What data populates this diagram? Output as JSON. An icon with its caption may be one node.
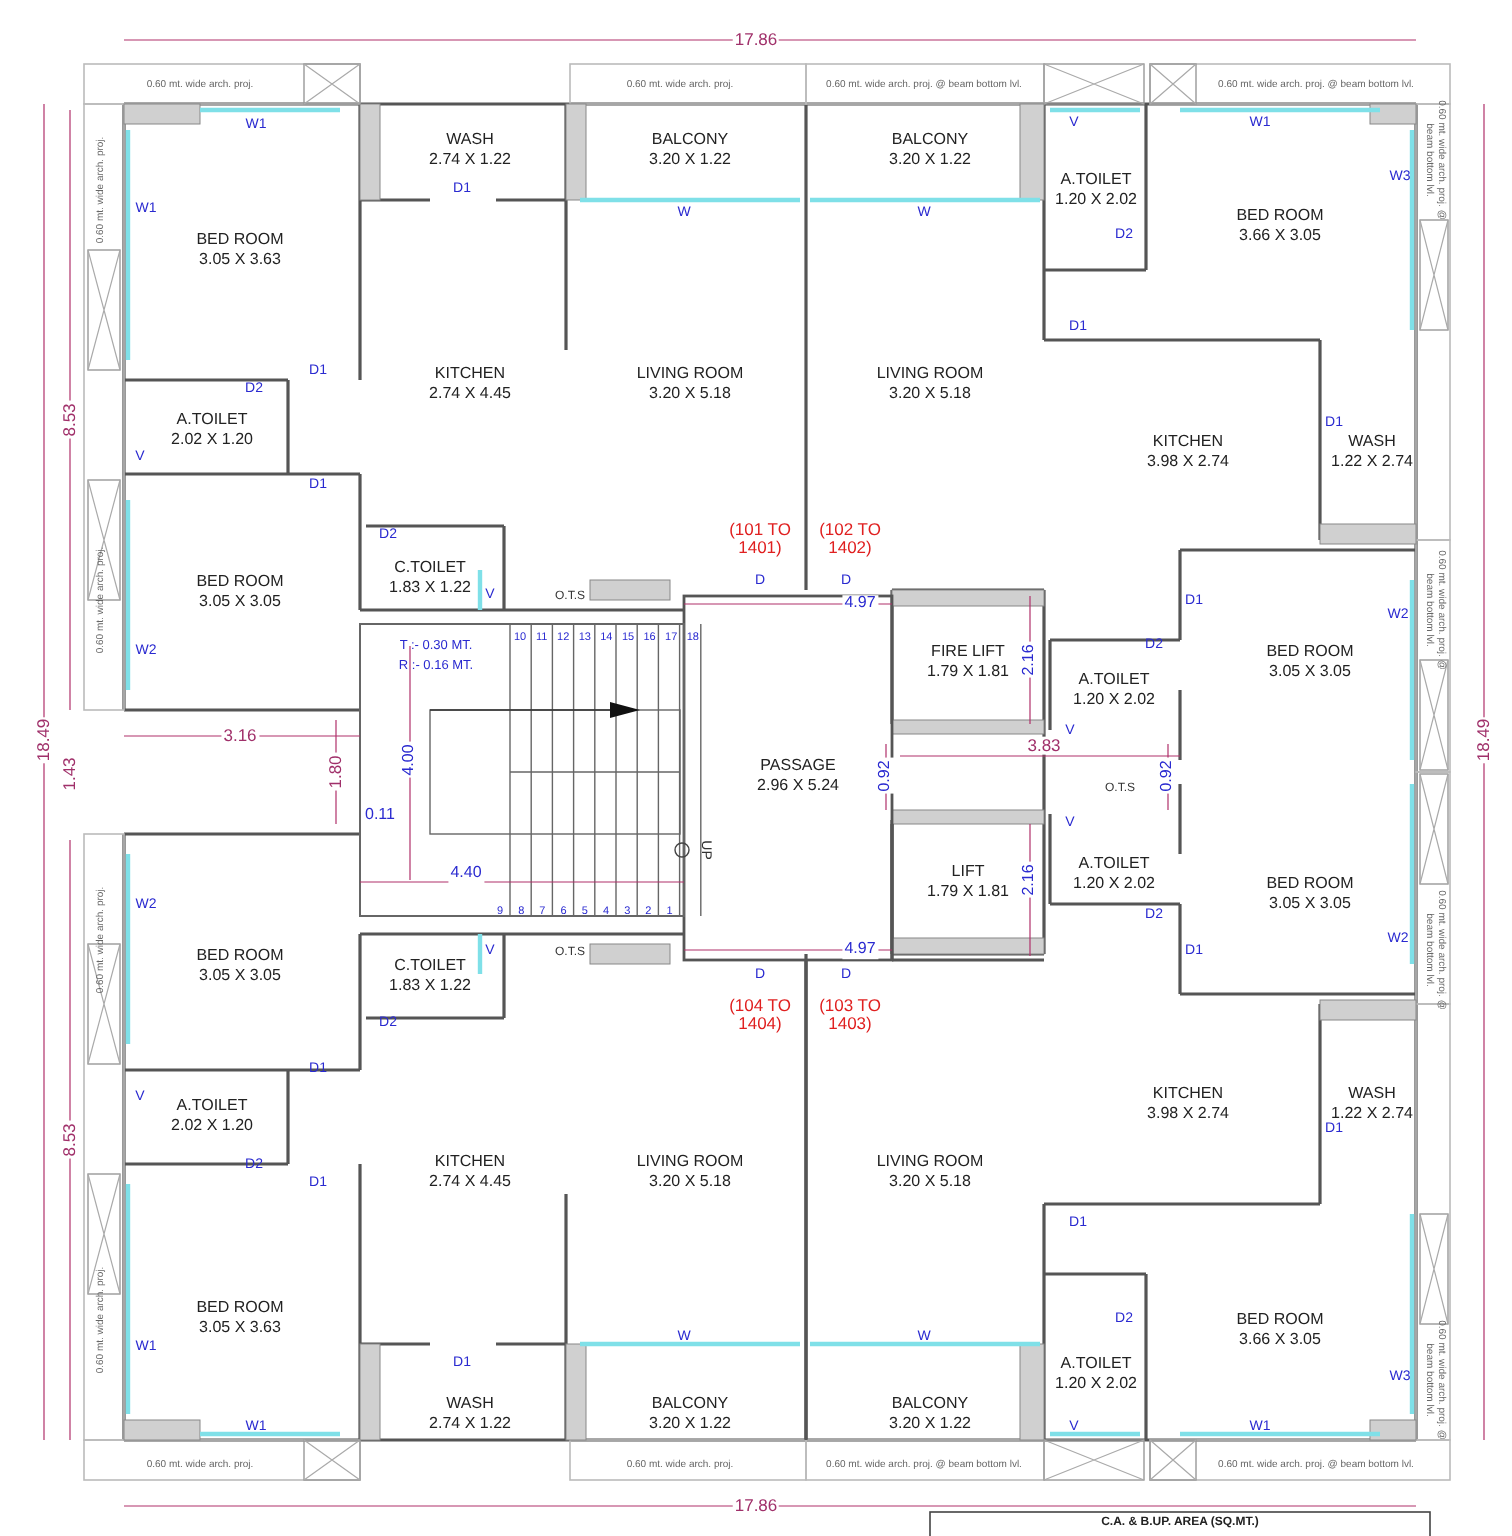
{
  "diagram": {
    "nodes": [
      {
        "text": [
          "BED ROOM",
          "3.05 X 3.63"
        ]
      },
      {
        "text": [
          "WASH",
          "2.74 X 1.22"
        ]
      },
      {
        "text": [
          "BALCONY",
          "3.20 X 1.22"
        ]
      },
      {
        "text": [
          "BALCONY",
          "3.20 X 1.22"
        ]
      },
      {
        "text": [
          "A.TOILET",
          "1.20 X 2.02"
        ]
      },
      {
        "text": [
          "BED ROOM",
          "3.66 X 3.05"
        ]
      },
      {
        "text": [
          "KITCHEN",
          "2.74 X 4.45"
        ]
      },
      {
        "text": [
          "LIVING ROOM",
          "3.20 X 5.18"
        ]
      },
      {
        "text": [
          "LIVING ROOM",
          "3.20 X 5.18"
        ]
      },
      {
        "text": [
          "A.TOILET",
          "2.02 X 1.20"
        ]
      },
      {
        "text": [
          "KITCHEN",
          "3.98 X 2.74"
        ]
      },
      {
        "text": [
          "WASH",
          "1.22 X 2.74"
        ]
      },
      {
        "text": [
          "BED ROOM",
          "3.05 X 3.05"
        ]
      },
      {
        "text": [
          "C.TOILET",
          "1.83 X 1.22"
        ]
      },
      {
        "text": [
          "FIRE LIFT",
          "1.79 X 1.81"
        ]
      },
      {
        "text": [
          "A.TOILET",
          "1.20 X 2.02"
        ]
      },
      {
        "text": [
          "BED ROOM",
          "3.05 X 3.05"
        ]
      },
      {
        "text": [
          "PASSAGE",
          "2.96 X 5.24"
        ]
      },
      {
        "text": [
          "LIFT",
          "1.79 X 1.81"
        ]
      },
      {
        "text": [
          "A.TOILET",
          "1.20 X 2.02"
        ]
      },
      {
        "text": [
          "BED ROOM",
          "3.05 X 3.05"
        ]
      },
      {
        "text": [
          "BED ROOM",
          "3.05 X 3.05"
        ]
      },
      {
        "text": [
          "C.TOILET",
          "1.83 X 1.22"
        ]
      },
      {
        "text": [
          "A.TOILET",
          "2.02 X 1.20"
        ]
      },
      {
        "text": [
          "KITCHEN",
          "2.74 X 4.45"
        ]
      },
      {
        "text": [
          "LIVING ROOM",
          "3.20 X 5.18"
        ]
      },
      {
        "text": [
          "LIVING ROOM",
          "3.20 X 5.18"
        ]
      },
      {
        "text": [
          "KITCHEN",
          "3.98 X 2.74"
        ]
      },
      {
        "text": [
          "WASH",
          "1.22 X 2.74"
        ]
      },
      {
        "text": [
          "BED ROOM",
          "3.05 X 3.63"
        ]
      },
      {
        "text": [
          "BED ROOM",
          "3.66 X 3.05"
        ]
      },
      {
        "text": [
          "A.TOILET",
          "1.20 X 2.02"
        ]
      },
      {
        "text": [
          "WASH",
          "2.74 X 1.22"
        ]
      },
      {
        "text": [
          "BALCONY",
          "3.20 X 1.22"
        ]
      },
      {
        "text": [
          "BALCONY",
          "3.20 X 1.22"
        ]
      }
    ],
    "labels": [
      "17.86",
      "0.60 mt. wide arch. proj.",
      "0.60 mt. wide arch. proj.",
      "0.60 mt. wide arch. proj. @ beam bottom lvl.",
      "0.60 mt. wide arch. proj. @ beam bottom lvl.",
      "W1",
      "V",
      "W1",
      "0.60 mt. wide arch. proj.",
      "0.60 mt. wide arch. proj. @ beam bottom lvl.",
      "W3",
      "D1",
      "W1",
      "W",
      "W",
      "D2",
      "D1",
      "D2",
      "D1",
      "8.53",
      "D1",
      "V",
      "D1",
      "(101 TO 1401)",
      "(102 TO 1402)",
      "D2",
      "D",
      "D",
      "D1",
      "4.97",
      "V",
      "O.T.S",
      "0.60 mt. wide arch. proj. @ beam bottom lvl.",
      "W2",
      "0.60 mt. wide arch. proj.",
      "T :- 0.30 MT.",
      "R :- 0.16 MT.",
      "10",
      "11",
      "12",
      "13",
      "14",
      "15",
      "16",
      "17",
      "18",
      "D2",
      "W2",
      "2.16",
      "3.16",
      "18.49",
      "1.43",
      "1.80",
      "4.00",
      "V",
      "3.83",
      "0.92",
      "O.T.S",
      "0.92",
      "18.49",
      "0.11",
      "UP",
      "V",
      "2.16",
      "4.40",
      "9",
      "8",
      "7",
      "6",
      "5",
      "4",
      "3",
      "2",
      "1",
      "D2",
      "0.60 mt. wide arch. proj. @ beam bottom lvl.",
      "W2",
      "W2",
      "0.60 mt. wide arch. proj.",
      "V",
      "O.T.S",
      "4.97",
      "D1",
      "D",
      "D",
      "(104 TO 1404)",
      "(103 TO 1403)",
      "D2",
      "D1",
      "V",
      "8.53",
      "D1",
      "D2",
      "D1",
      "D1",
      "D2",
      "W",
      "W",
      "0.60 mt. wide arch. proj.",
      "W1",
      "D1",
      "W3",
      "0.60 mt. wide arch. proj. @ beam bottom lvl.",
      "W1",
      "V",
      "W1",
      "0.60 mt. wide arch. proj.",
      "0.60 mt. wide arch. proj.",
      "0.60 mt. wide arch. proj. @ beam bottom lvl.",
      "0.60 mt. wide arch. proj. @ beam bottom lvl.",
      "17.86",
      "C.A. & B.UP. AREA (SQ.MT.)"
    ]
  }
}
